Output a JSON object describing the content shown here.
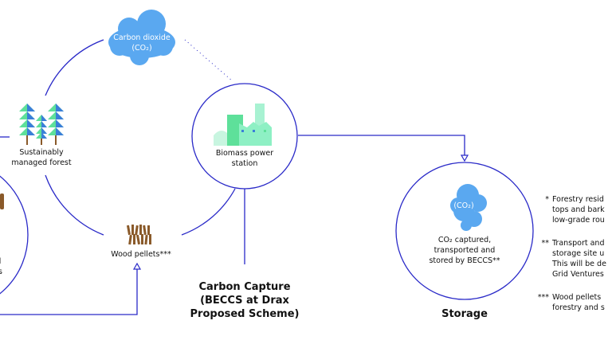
{
  "colors": {
    "line": "#2a2ac8",
    "cloud": "#5aa8f0",
    "tree_green": "#5ee09a",
    "tree_blue": "#3a7fd8",
    "factory": "#8ef0c4",
    "pellet": "#8a5a2a"
  },
  "cycle": {
    "co2_cloud": {
      "line1": "Carbon dioxide",
      "line2": "(CO₂)"
    },
    "forest": {
      "line1": "Sustainably",
      "line2": "managed forest"
    },
    "power_station": {
      "line1": "Biomass power",
      "line2": "station"
    },
    "pellets": {
      "label": "Wood pellets***"
    }
  },
  "left_fragment": {
    "line1": "l",
    "line2": "s"
  },
  "carbon_capture": {
    "line1": "Carbon Capture",
    "line2": "(BECCS at Drax",
    "line3": "Proposed Scheme)"
  },
  "storage": {
    "cloud_label": "(CO₂)",
    "line1": "CO₂ captured,",
    "line2": "transported and",
    "line3": "stored by BECCS**",
    "title": "Storage"
  },
  "footnotes": [
    {
      "marker": "*",
      "lines": [
        "Forestry resid",
        "tops and bark",
        "low-grade rou"
      ]
    },
    {
      "marker": "**",
      "lines": [
        "Transport and",
        "storage site u",
        "This will be de",
        "Grid Ventures"
      ]
    },
    {
      "marker": "***",
      "lines": [
        "Wood pellets",
        "forestry and s"
      ]
    }
  ]
}
